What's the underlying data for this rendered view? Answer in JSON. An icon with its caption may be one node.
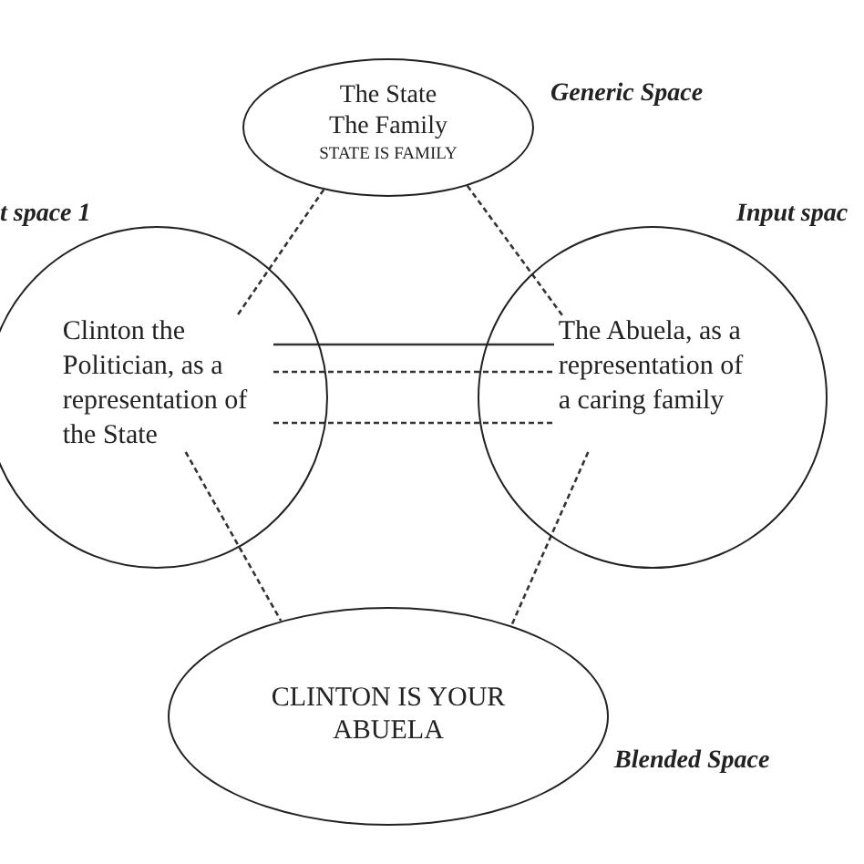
{
  "diagram": {
    "nodes": [
      {
        "text": [
          "The State",
          "The Family",
          "STATE IS FAMILY"
        ],
        "beside": [
          "Generic Space"
        ]
      },
      {
        "text": [],
        "shape": "circle",
        "beside": [
          "t space 1"
        ]
      },
      {
        "text": [
          "Clinton the Politician, as a representation of the State"
        ],
        "in": 1
      },
      {
        "text": [],
        "shape": "circle",
        "beside": [
          "Input spac"
        ]
      },
      {
        "text": [
          "The Abuela, as a representation of a caring family"
        ],
        "in": 3
      },
      {
        "text": [
          "CLINTON IS YOUR ABUELA"
        ],
        "beside": [
          "Blended Space"
        ]
      }
    ],
    "edges": [
      {
        "from": 0,
        "to": 2,
        "arrow": "none",
        "style": "dashed"
      },
      {
        "from": 0,
        "to": 4,
        "arrow": "none",
        "style": "dashed"
      },
      {
        "from": 2,
        "to": 4,
        "arrow": "none"
      },
      {
        "from": 2,
        "to": 4,
        "arrow": "none",
        "style": "dashed"
      },
      {
        "from": 2,
        "to": 4,
        "arrow": "none",
        "style": "dashed"
      },
      {
        "from": 2,
        "to": 5,
        "arrow": "none",
        "style": "dashed"
      },
      {
        "from": 4,
        "to": 5,
        "arrow": "none",
        "style": "dashed"
      }
    ]
  }
}
